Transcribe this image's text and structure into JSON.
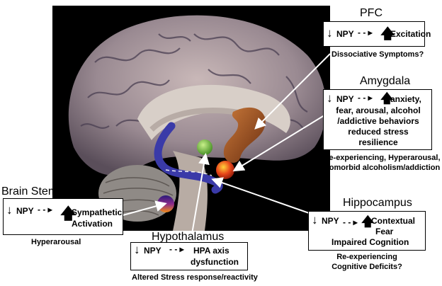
{
  "pfc": {
    "title": "PFC",
    "npy": "NPY",
    "effect": "Excitation",
    "note": "Dissociative Symptoms?"
  },
  "amygdala": {
    "title": "Amygdala",
    "npy": "NPY",
    "effect_line1": "anxiety,",
    "effect_line2": "fear, arousal, alcohol",
    "effect_line3": "/addictive behaviors",
    "effect_line4": "reduced stress",
    "effect_line5": "resilience",
    "note_line1": "Re-experiencing, Hyperarousal,",
    "note_line2": "Comorbid alcoholism/addiction"
  },
  "hippocampus": {
    "title": "Hippocampus",
    "npy": "NPY",
    "effect_line1": "Contextual",
    "effect_line2": "Fear",
    "effect_line3": "Impaired Cognition",
    "note_line1": "Re-experiencing",
    "note_line2": "Cognitive Deficits?"
  },
  "hypothalamus": {
    "title": "Hypothalamus",
    "npy": "NPY",
    "effect_line1": "HPA axis",
    "effect_line2": "dysfunction",
    "note": "Altered Stress response/reactivity"
  },
  "brainstem": {
    "title": "Brain Stem",
    "npy": "NPY",
    "effect_line1": "Sympathetic",
    "effect_line2": "Activation",
    "note": "Hyperarousal"
  },
  "colors": {
    "amygdala_orange": "#e8451a",
    "hippocampus_blue": "#3a3aa8",
    "hypothalamus_green": "#6fbf3a",
    "caudate_brown": "#a0522d"
  }
}
